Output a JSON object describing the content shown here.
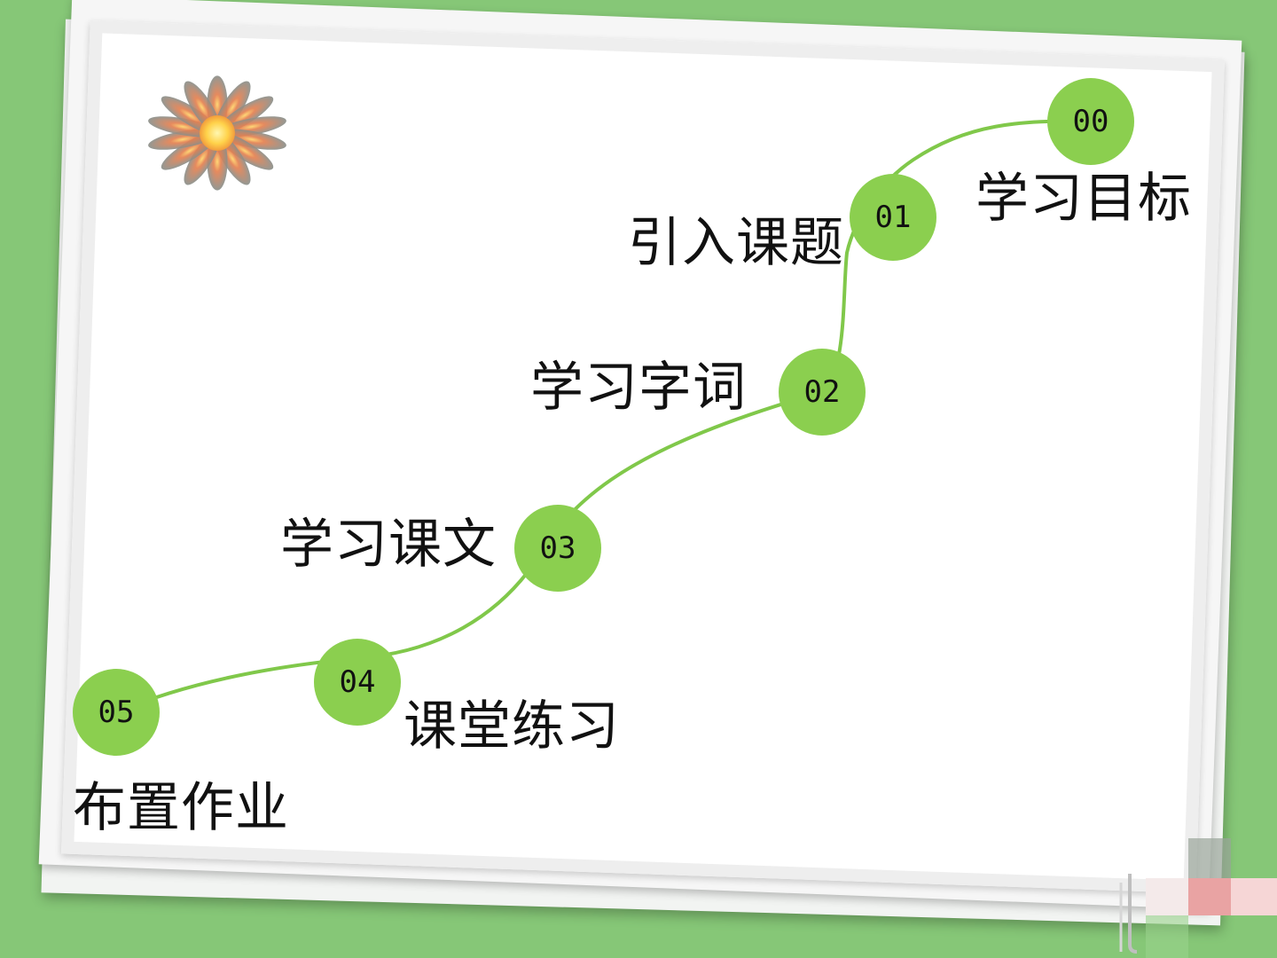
{
  "colors": {
    "background": "#86c777",
    "node_fill": "#8bcf4f",
    "path_stroke": "#80c84a",
    "label_text": "#111111",
    "flower_petal": "#c2625a",
    "flower_center": "#ffe06a"
  },
  "icons": {
    "flower": "sunflower-burst-icon"
  },
  "steps": [
    {
      "number": "00",
      "title": "学习目标"
    },
    {
      "number": "01",
      "title": "引入课题"
    },
    {
      "number": "02",
      "title": "学习字词"
    },
    {
      "number": "03",
      "title": "学习课文"
    },
    {
      "number": "04",
      "title": "课堂练习"
    },
    {
      "number": "05",
      "title": "布置作业"
    }
  ]
}
